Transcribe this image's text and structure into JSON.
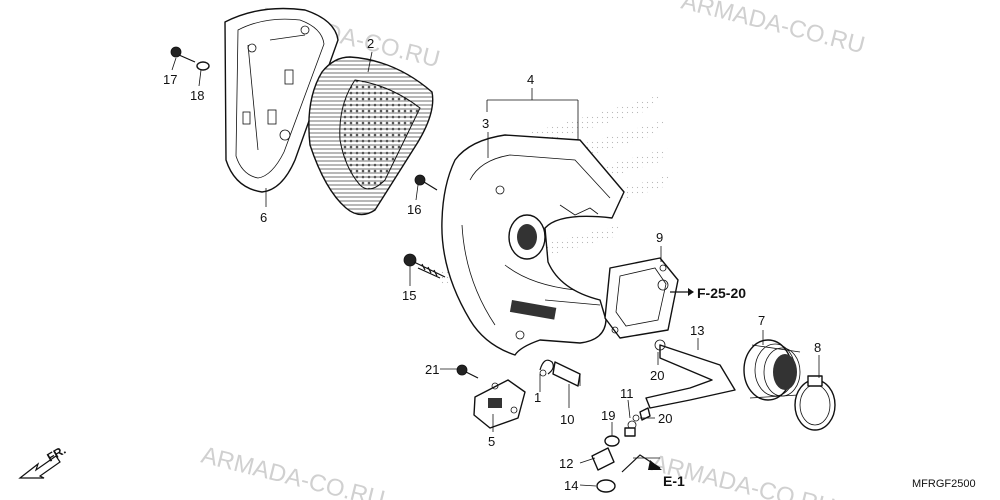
{
  "diagram": {
    "watermark": "ARMADA-CO.RU",
    "code": "MFRGF2500",
    "direction": "FR.",
    "references": [
      "F-25-20",
      "E-1"
    ],
    "callouts": [
      "1",
      "2",
      "3",
      "4",
      "5",
      "6",
      "7",
      "8",
      "9",
      "10",
      "11",
      "12",
      "13",
      "14",
      "15",
      "16",
      "17",
      "18",
      "19",
      "20",
      "20",
      "21"
    ]
  }
}
